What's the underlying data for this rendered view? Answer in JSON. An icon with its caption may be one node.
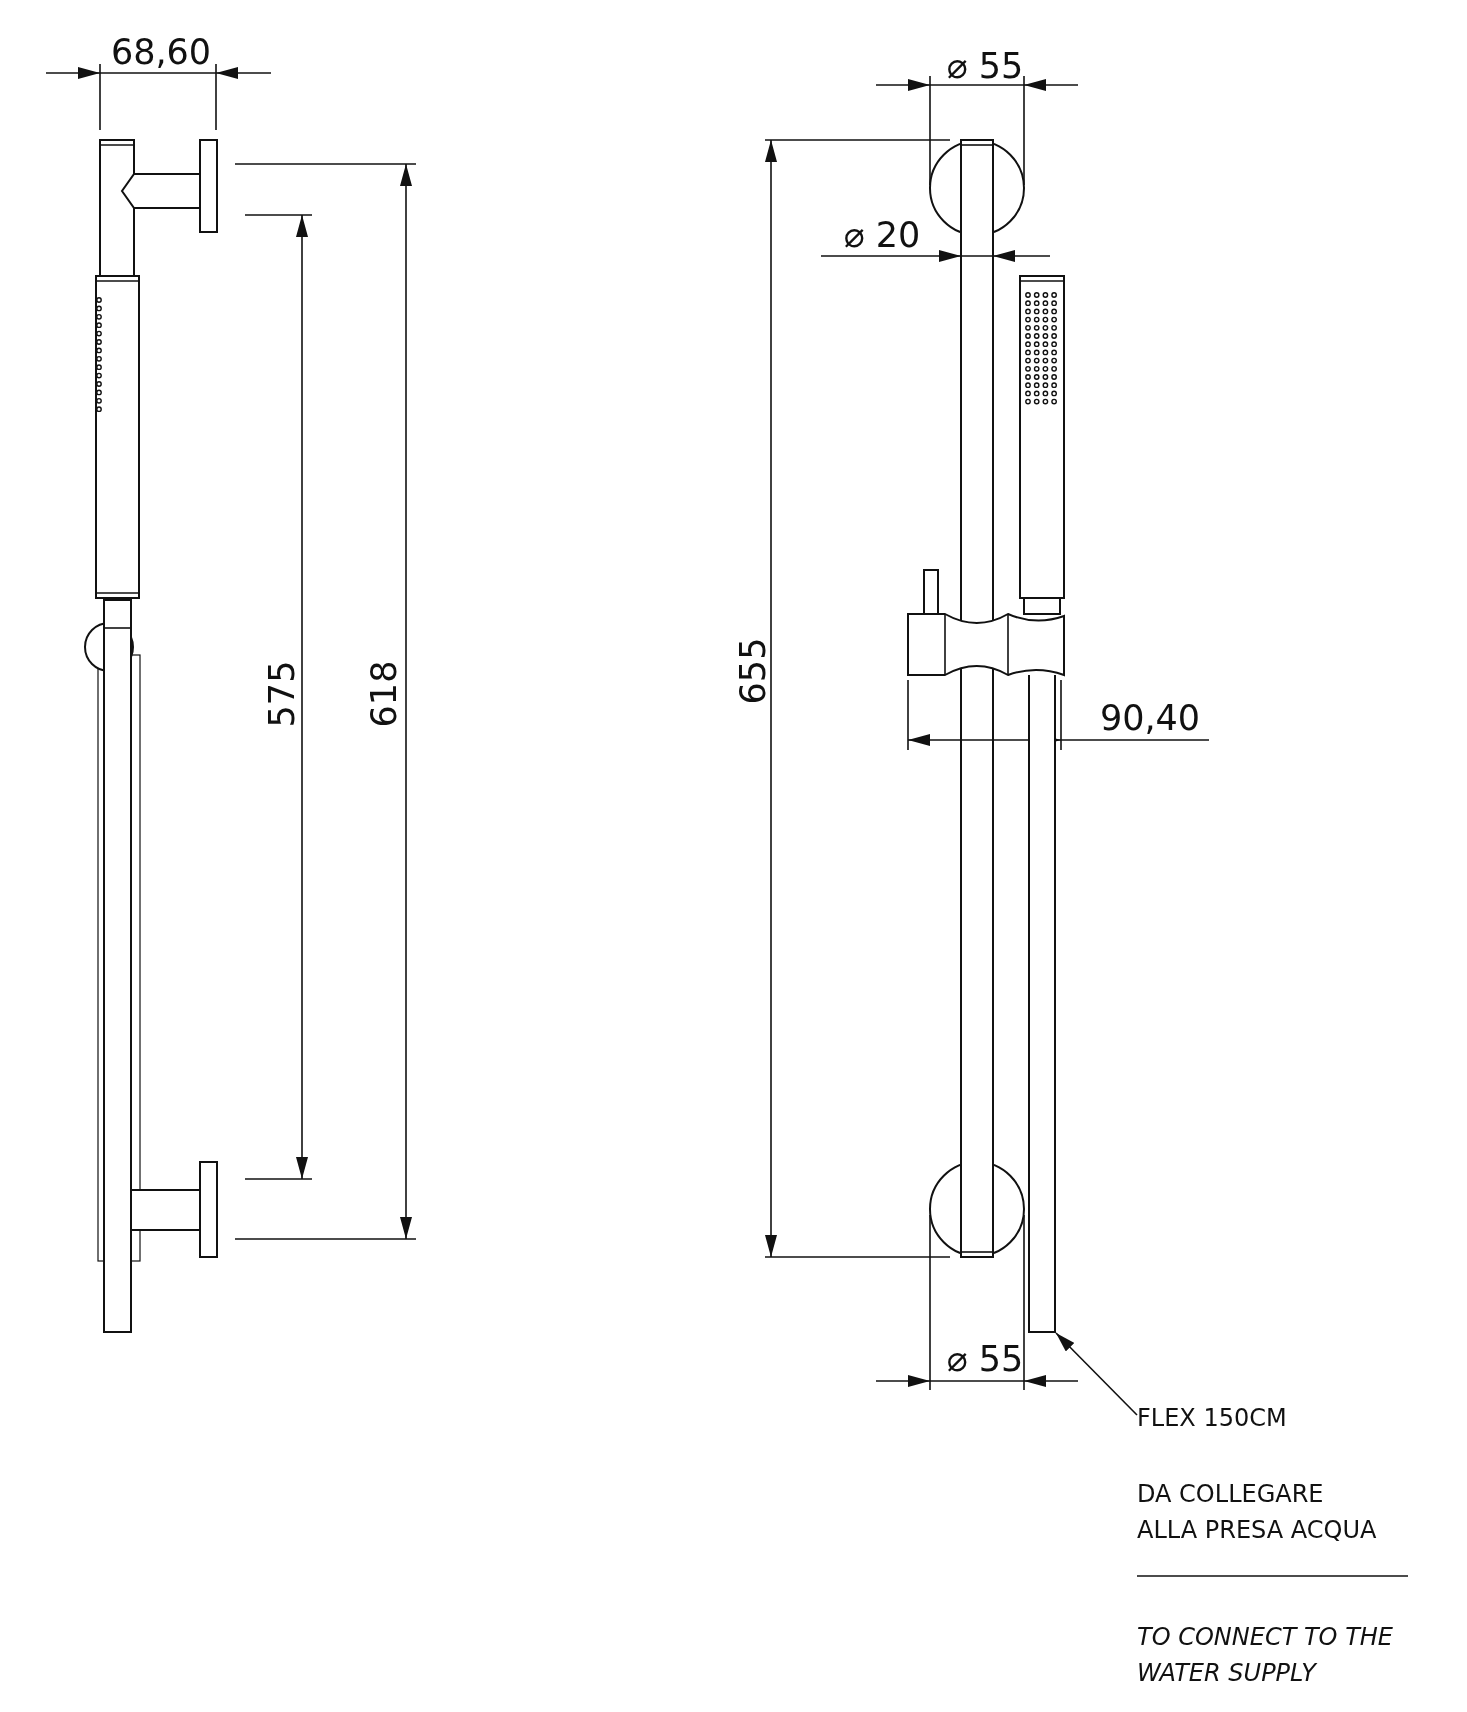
{
  "diagram": {
    "nodes": [
      {
        "text": [
          "FLEX 150CM"
        ]
      },
      {
        "text": [],
        "shape": "bar"
      }
    ],
    "edges": [
      {
        "from": 0,
        "to": 1,
        "arrow": "to"
      }
    ],
    "labels": [
      "68,60",
      "⌀ 55",
      "⌀ 20",
      "575",
      "618",
      "655",
      "90,40",
      "⌀ 55",
      "DA COLLEGARE ALLA PRESA ACQUA",
      "TO CONNECT TO THE WATER SUPPLY"
    ]
  }
}
